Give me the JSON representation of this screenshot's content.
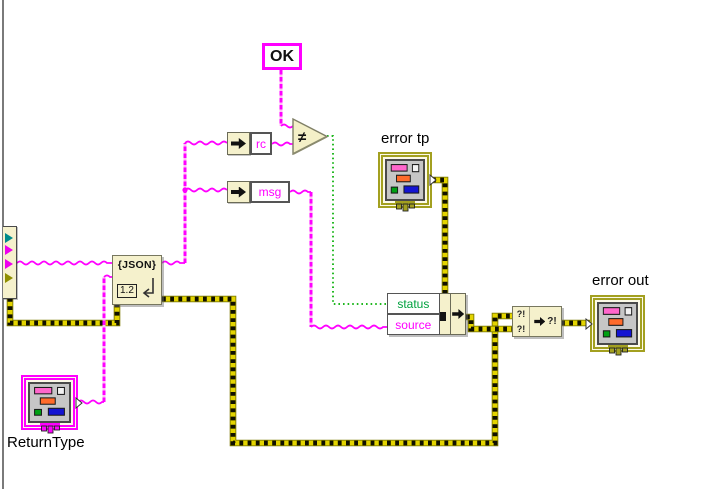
{
  "diagram": {
    "constants": {
      "ok": "OK"
    },
    "json_node": {
      "glyph": "{JSON}",
      "version": "1.2"
    },
    "unbundle": {
      "rc": "rc",
      "msg": "msg"
    },
    "comparison": {
      "not_equal": "≠"
    },
    "bundle": {
      "status": "status",
      "source": "source"
    },
    "merge_errors": {
      "in_top": "?!",
      "in_bottom": "?!",
      "out": "?!"
    },
    "labels": {
      "error_tp": "error tp",
      "error_out": "error out",
      "return_type": "ReturnType"
    },
    "colors": {
      "string_wire": "#FF00FF",
      "error_wire": "#E3D400",
      "boolean_wire": "#00AD00",
      "node_fill": "#F5F1CC",
      "status_text": "#00A13E",
      "source_text": "#FF00FF",
      "error_icon_frame": "#A3A020",
      "type_icon_frame": "#FF00FF"
    }
  }
}
